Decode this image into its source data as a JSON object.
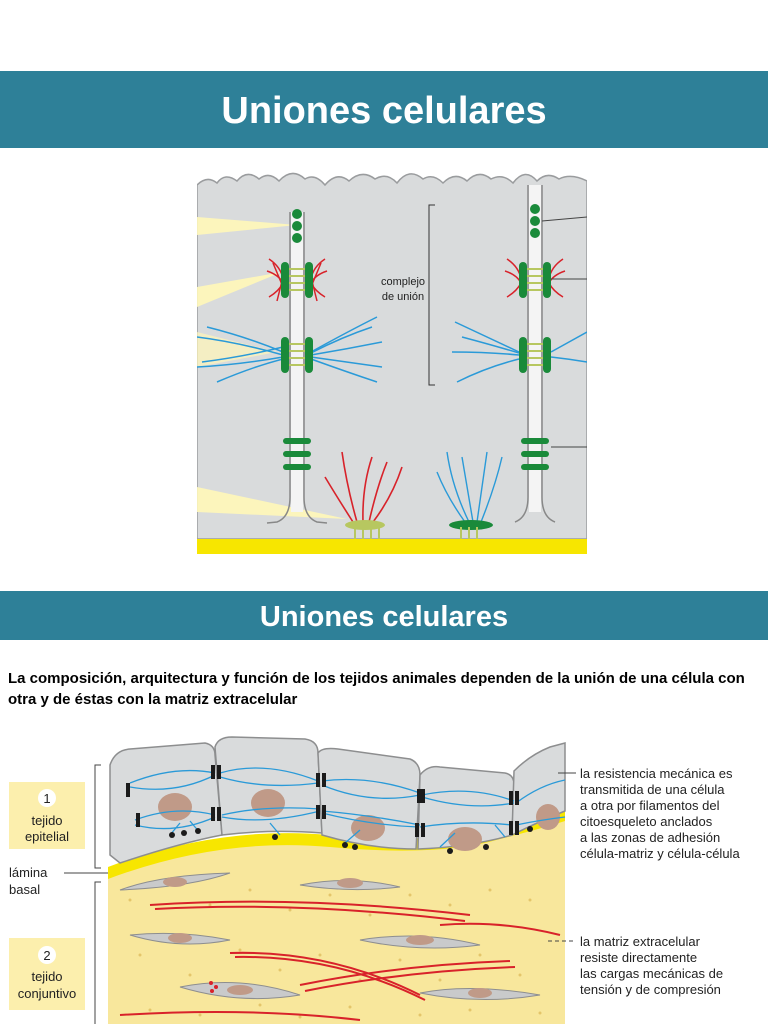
{
  "slide1": {
    "title": "Uniones celulares",
    "figure": {
      "label_complex": [
        "complejo",
        "de unión"
      ]
    }
  },
  "slide2": {
    "title": "Uniones celulares",
    "intro": "La composición, arquitectura y función de los tejidos animales dependen de la unión de una célula con otra y de éstas con la matriz extracelular",
    "figure": {
      "box1_number": "1",
      "box1_label": [
        "tejido",
        "epitelial"
      ],
      "lamina_label": [
        "lámina",
        "basal"
      ],
      "box2_number": "2",
      "box2_label": [
        "tejido",
        "conjuntivo"
      ],
      "note1": [
        "la resistencia mecánica es",
        "transmitida de una célula",
        "a otra por filamentos del",
        "citoesqueleto anclados",
        "a las zonas de adhesión",
        "célula-matriz y célula-célula"
      ],
      "note2": [
        "la matriz extracelular",
        "resiste directamente",
        "las cargas mecánicas de",
        "tensión y de compresión"
      ]
    }
  },
  "colors": {
    "banner": "#2e8098",
    "cell": "#d9dbdc",
    "junction_green": "#1a8a3a",
    "actin_red": "#d8222a",
    "keratin_blue": "#2a9ad8",
    "lamina_yellow": "#f7e600",
    "matrix_bg": "#f8e79c"
  }
}
